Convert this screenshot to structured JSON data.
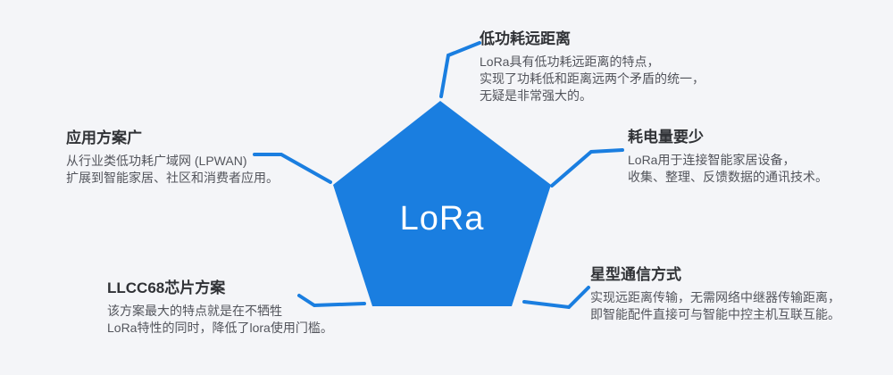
{
  "colors": {
    "background": "#f4f5f8",
    "accent_blue": "#1a7ee0",
    "title_text": "#303236",
    "body_text": "#53555c",
    "center_text": "#ffffff"
  },
  "center": {
    "label": "LoRa"
  },
  "features": [
    {
      "position": "top-right",
      "title": "低功耗远距离",
      "lines": [
        "LoRa具有低功耗远距离的特点，",
        "实现了功耗低和距离远两个矛盾的统一，",
        "无疑是非常强大的。"
      ]
    },
    {
      "position": "right",
      "title": "耗电量要少",
      "lines": [
        "LoRa用于连接智能家居设备，",
        "收集、整理、反馈数据的通讯技术。"
      ]
    },
    {
      "position": "bottom-right",
      "title": "星型通信方式",
      "lines": [
        "实现远距离传输，无需网络中继器传输距离，",
        "即智能配件直接可与智能中控主机互联互能。"
      ]
    },
    {
      "position": "bottom-left",
      "title": "LLCC68芯片方案",
      "lines": [
        "该方案最大的特点就是在不牺牲",
        "LoRa特性的同时，降低了lora使用门槛。"
      ]
    },
    {
      "position": "left",
      "title": "应用方案广",
      "lines": [
        "从行业类低功耗广域网 (LPWAN)",
        "扩展到智能家居、社区和消费者应用。"
      ]
    }
  ]
}
